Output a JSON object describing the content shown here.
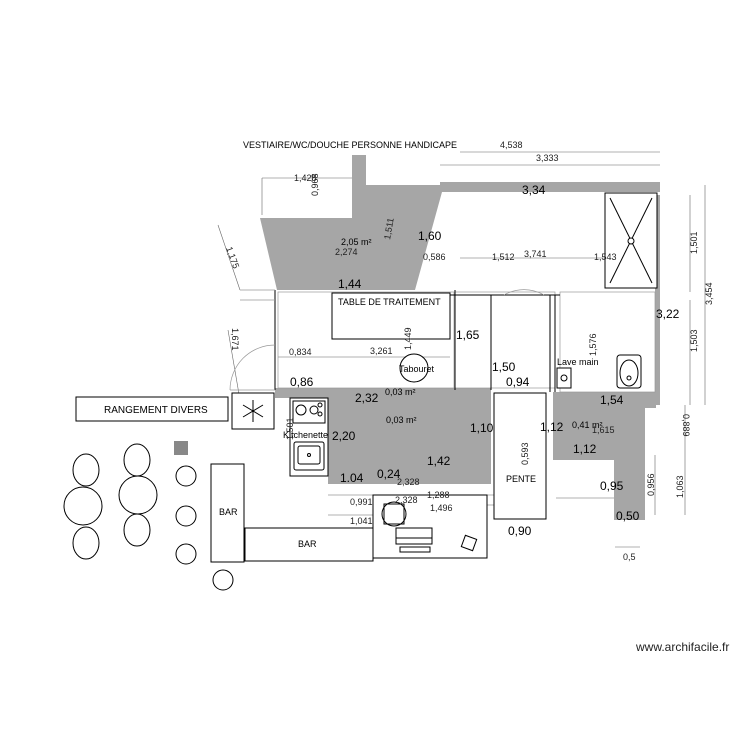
{
  "title": "VESTIAIRE/WC/DOUCHE PERSONNE HANDICAPE",
  "credit": "www.archifacile.fr",
  "labels": {
    "table_traitement": "TABLE DE TRAITEMENT",
    "rangement": "RANGEMENT DIVERS",
    "bar1": "BAR",
    "bar2": "BAR",
    "pente": "PENTE",
    "tabouret": "Tabouret",
    "lave_main": "Lave main",
    "kitchenette": "Kitchenette"
  },
  "areas": {
    "a1": "2,05 m²",
    "a2": "0,03 m²",
    "a3": "0,03 m²",
    "a4": "0,41 m²"
  },
  "big_dims": {
    "d334": "3,34",
    "d160": "1,60",
    "d144": "1,44",
    "d165": "1,65",
    "d322": "3,22",
    "d150": "1,50",
    "d094": "0,94",
    "d086": "0,86",
    "d232": "2,32",
    "d154": "1,54",
    "d220": "2,20",
    "d110": "1,10",
    "d112a": "1,12",
    "d112b": "1,12",
    "d104": "1.04",
    "d024": "0,24",
    "d142": "1,42",
    "d095": "0,95",
    "d050": "0,50",
    "d090": "0,90"
  },
  "small_dims": {
    "s4538": "4,538",
    "s3333": "3,333",
    "s1428": "1,428",
    "s0968": "0,968",
    "s1175": "1,175",
    "s1511": "1,511",
    "s2274": "2,274",
    "s0586": "0,586",
    "s1512": "1,512",
    "s3741": "3,741",
    "s1543": "1,543",
    "s1501": "1,501",
    "s3454": "3,454",
    "s1503": "1,503",
    "s1671": "1,671",
    "s1449": "1,449",
    "s1576": "1,576",
    "s0834": "0,834",
    "s3261": "3,261",
    "s0889": "0,889",
    "s1615": "1,615",
    "s1501b": "1,501",
    "s0593": "0,593",
    "s0991": "0,991",
    "s2328a": "2,328",
    "s2328b": "2,328",
    "s1288": "1,288",
    "s1496": "1,496",
    "s1041": "1,041",
    "s0956": "0,956",
    "s1063": "1,063",
    "s05": "0,5"
  }
}
